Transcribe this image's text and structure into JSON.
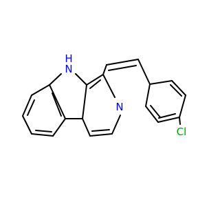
{
  "molecule": {
    "atom_labels": {
      "nh": "H",
      "nh_n": "N",
      "pyridine_n": "N",
      "chlorine": "Cl"
    },
    "colors": {
      "bond": "#000000",
      "nitrogen": "#0000ff",
      "chlorine": "#00a000",
      "background": "#ffffff"
    }
  }
}
